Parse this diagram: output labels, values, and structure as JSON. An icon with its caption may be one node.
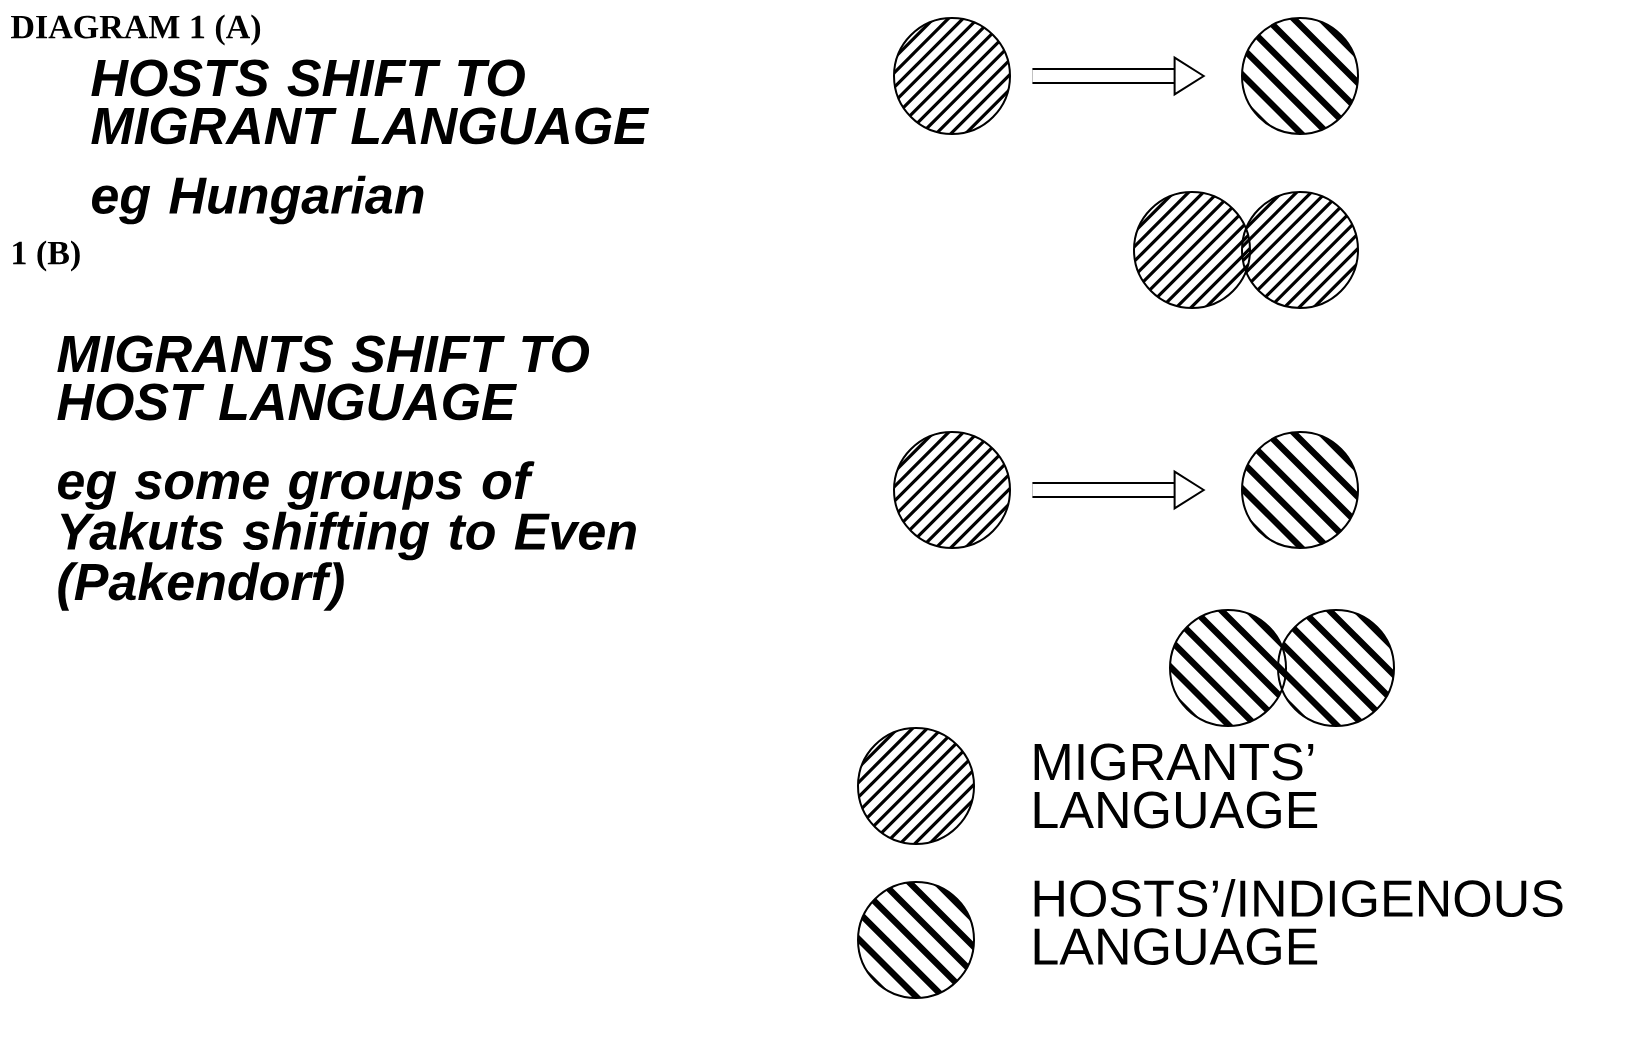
{
  "diagram": {
    "nodes": [
      {
        "text": [],
        "shape": "circle"
      },
      {
        "text": [],
        "shape": "circle"
      },
      {
        "text": [],
        "shape": "circle"
      },
      {
        "text": [],
        "shape": "circle"
      },
      {
        "text": [],
        "shape": "circle"
      },
      {
        "text": [],
        "shape": "circle"
      },
      {
        "text": [],
        "shape": "circle"
      },
      {
        "text": [],
        "shape": "circle"
      }
    ],
    "edges": [
      {
        "from": 0,
        "to": 1,
        "arrow": "to"
      },
      {
        "from": 4,
        "to": 5,
        "arrow": "to"
      }
    ],
    "labels": [
      "DIAGRAM 1 (A)",
      "HOSTS SHIFT TO MIGRANT LANGUAGE",
      "eg Hungarian",
      "1 (B)",
      "MIGRANTS  SHIFT TO HOST LANGUAGE",
      "eg some groups of Yakuts shifting to Even (Pakendorf)"
    ],
    "legend": [
      {
        "text": "MIGRANTS’ LANGUAGE"
      },
      {
        "text": "HOSTS’/INDIGENOUS LANGUAGE"
      }
    ]
  }
}
